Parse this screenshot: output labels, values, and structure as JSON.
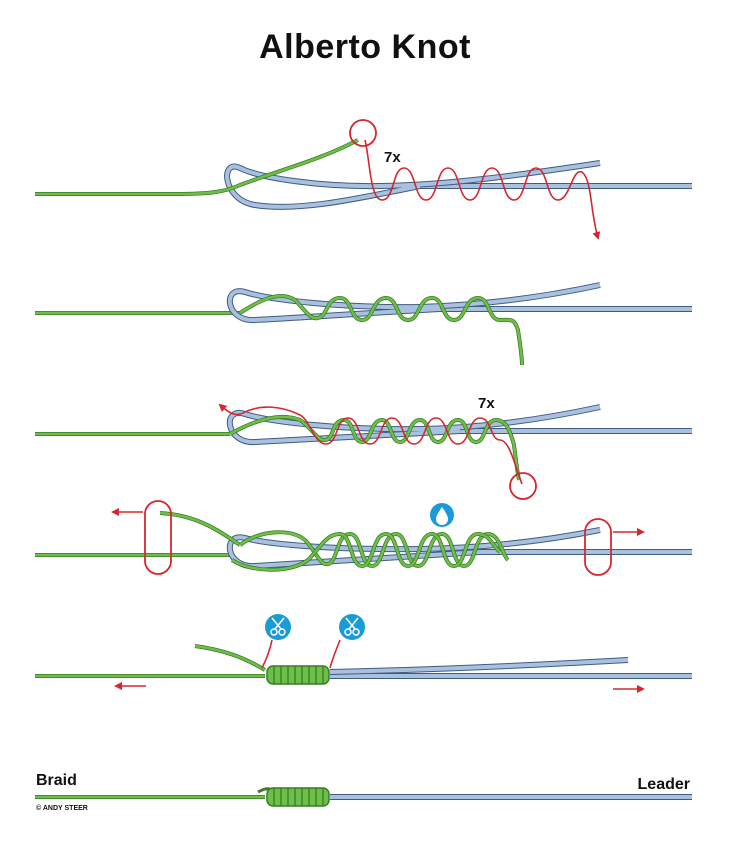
{
  "title": "Alberto Knot",
  "annotations": {
    "step1_turns": "7x",
    "step3_turns": "7x"
  },
  "labels": {
    "left_line": "Braid",
    "right_line": "Leader",
    "credit": "© ANDY STEER"
  },
  "icons": [
    "drop-icon",
    "scissors-icon",
    "scissors-icon"
  ],
  "colors": {
    "braid": "#6cc04a",
    "leader": "#a9c1df",
    "outline": "#3f5c82",
    "arrows": "#d7262e",
    "icon_bg": "#1a9bd7"
  }
}
